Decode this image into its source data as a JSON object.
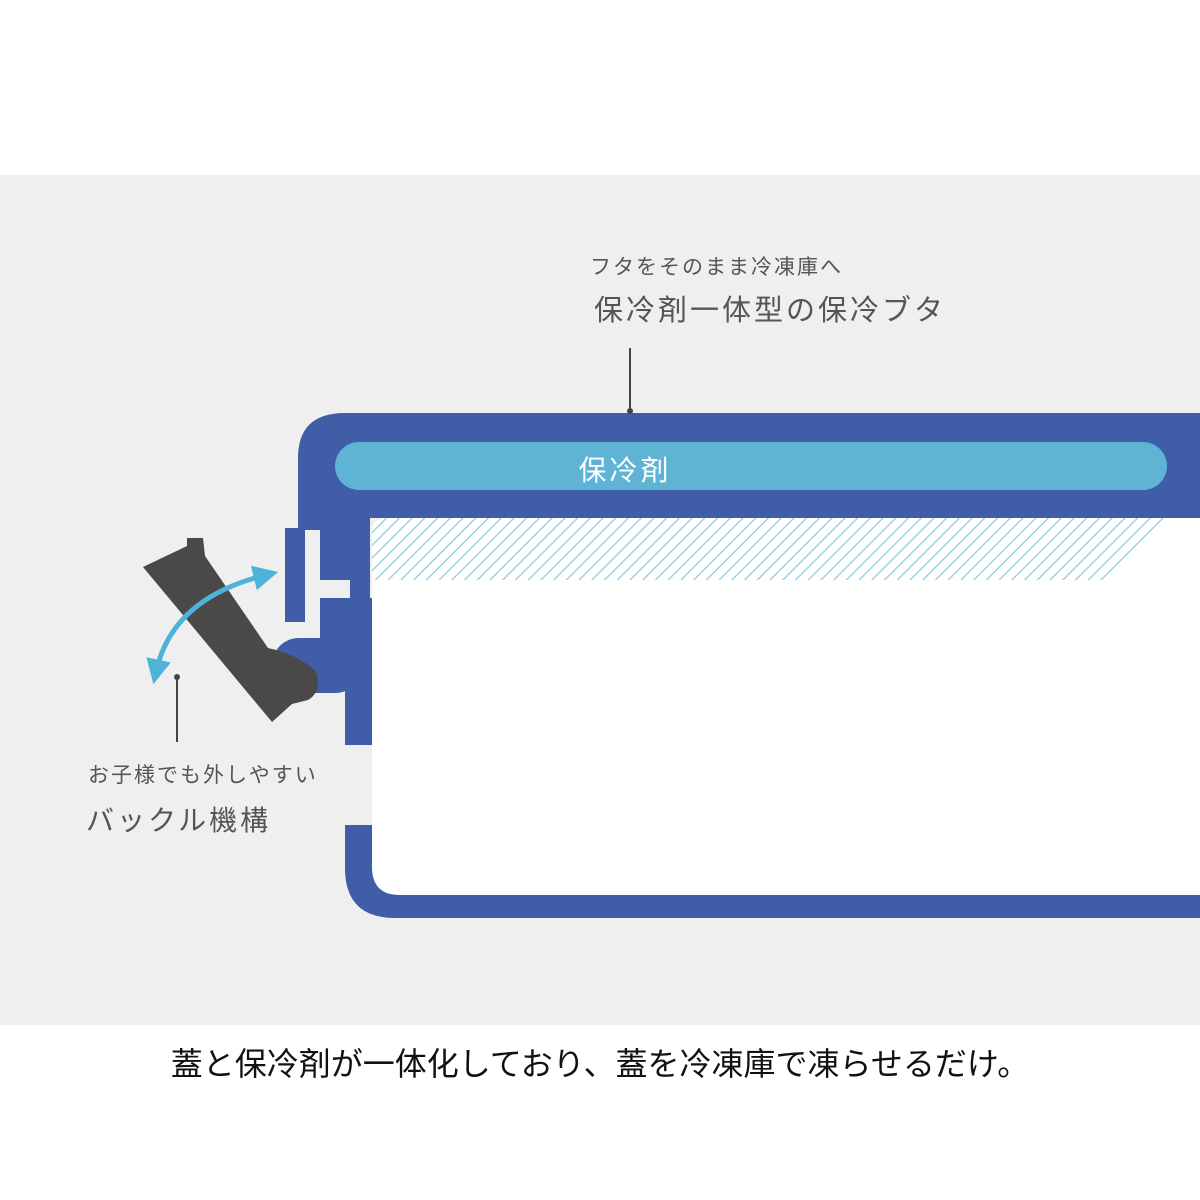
{
  "lid_callout": {
    "subtitle": "フタをそのまま冷凍庫へ",
    "title": "保冷剤一体型の保冷ブタ"
  },
  "ice_pack_label": "保冷剤",
  "buckle_callout": {
    "subtitle": "お子様でも外しやすい",
    "title": "バックル機構"
  },
  "caption": "蓋と保冷剤が一体化しており、蓋を冷凍庫で凍らせるだけ。",
  "colors": {
    "background_band": "#efefef",
    "container_blue": "#3f5ea7",
    "ice_pack": "#5fb3d4",
    "buckle": "#4a4848",
    "arrow": "#4db3d9",
    "hatch": "#8cc9e2"
  }
}
